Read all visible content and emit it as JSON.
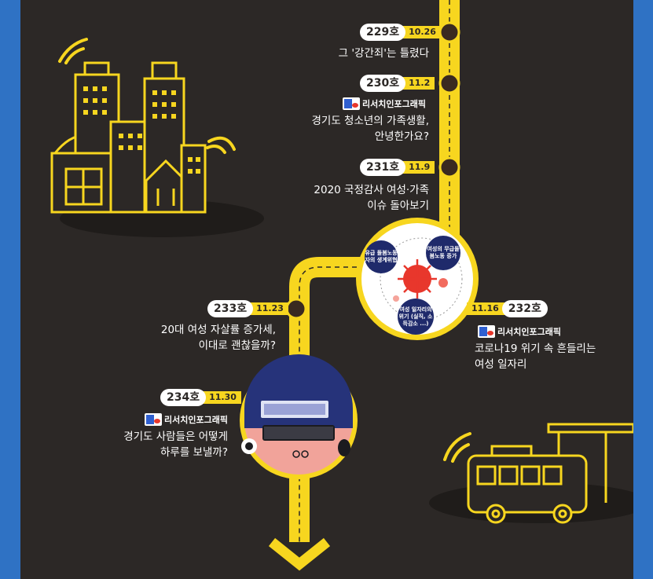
{
  "colors": {
    "background": "#2c2826",
    "accent": "#f7d61f",
    "frame": "#2f72c4",
    "dot": "#3a2a20"
  },
  "timeline": [
    {
      "issue": "229호",
      "date": "10.26",
      "tag": "",
      "lines": [
        "그 '강간죄'는 틀렸다"
      ]
    },
    {
      "issue": "230호",
      "date": "11.2",
      "tag": "리서치인포그래픽",
      "lines": [
        "경기도 청소년의 가족생활,",
        "안녕한가요?"
      ]
    },
    {
      "issue": "231호",
      "date": "11.9",
      "tag": "",
      "lines": [
        "2020 국정감사 여성·가족",
        "이슈 돌아보기"
      ]
    },
    {
      "issue": "232호",
      "date": "11.16",
      "tag": "리서치인포그래픽",
      "lines": [
        "코로나19 위기 속 흔들리는",
        "여성 일자리"
      ]
    },
    {
      "issue": "233호",
      "date": "11.23",
      "tag": "",
      "lines": [
        "20대 여성 자살률 증가세,",
        "이대로 괜찮을까?"
      ]
    },
    {
      "issue": "234호",
      "date": "11.30",
      "tag": "리서치인포그래픽",
      "lines": [
        "경기도 사람들은 어떻게",
        "하루를 보낼까?"
      ]
    }
  ],
  "covid_circle": {
    "bubbles": [
      "유급 돌봄노동자의 생계위협",
      "여성의 무급돌봄노동 증가",
      "여성 일자리의 위기 (실직, 소득감소 ...)"
    ]
  },
  "icons": [
    "city-buildings-icon",
    "bus-stop-icon",
    "virus-icon",
    "keyboard-desk-icon",
    "down-arrow-icon",
    "wifi-signal-icon"
  ]
}
